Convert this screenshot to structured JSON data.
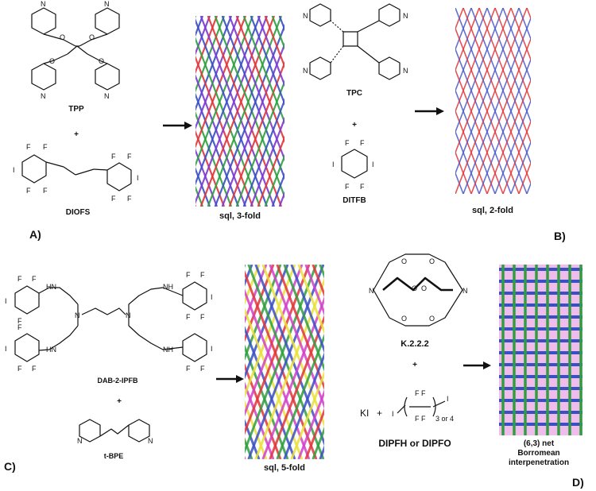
{
  "panels": [
    {
      "id": "A",
      "label": "A)",
      "components": [
        "TPP",
        "DIOFS"
      ],
      "plus": "+",
      "net_label": "sql, 3-fold",
      "net_colors": [
        "#e0353a",
        "#2f9e3e",
        "#3b4fc4",
        "#7a3bd0"
      ]
    },
    {
      "id": "B",
      "label": "B)",
      "components": [
        "TPC",
        "DITFB"
      ],
      "plus": "+",
      "net_label": "sql, 2-fold",
      "net_colors": [
        "#e0353a",
        "#4a57c9"
      ]
    },
    {
      "id": "C",
      "label": "C)",
      "components": [
        "DAB-2-IPFB",
        "t-BPE"
      ],
      "plus": "+",
      "net_label": "sql, 5-fold",
      "net_colors": [
        "#e0353a",
        "#2f9e3e",
        "#3b4fc4",
        "#e8e03a",
        "#d23fc8"
      ]
    },
    {
      "id": "D",
      "label": "D)",
      "components": [
        "K.2.2.2",
        "DIPFH or DIPFO"
      ],
      "plus": "+",
      "salt": "KI",
      "salt_plus": "+",
      "subscript": "3 or 4",
      "net_label_line1": "(6,3) net",
      "net_label_line2": "Borromean",
      "net_label_line3": "interpenetration",
      "net_colors": [
        "#2f9e3e",
        "#3b4fc4",
        "#d23fc8"
      ]
    }
  ],
  "atoms": {
    "F": "F",
    "I": "I",
    "N": "N",
    "O": "O",
    "NH": "NH",
    "HN": "HN"
  },
  "icons": [
    "reaction-arrow",
    "reaction-arrow",
    "reaction-arrow",
    "reaction-arrow"
  ]
}
